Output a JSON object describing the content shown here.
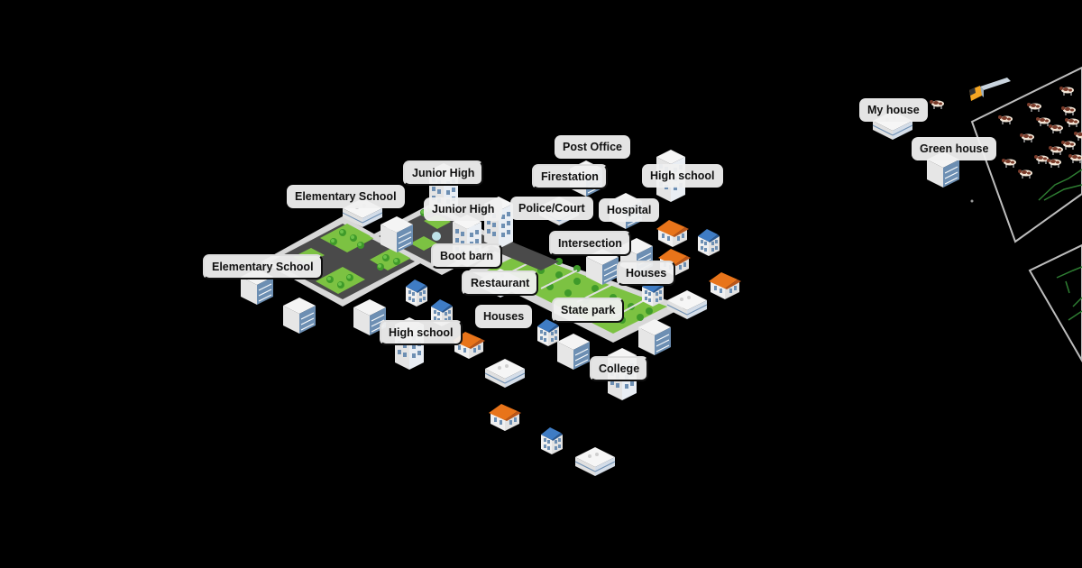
{
  "scene": {
    "background": "#000000",
    "colors": {
      "grass": "#7cc242",
      "tree": "#3f9a2a",
      "road": "#4a4a4a",
      "sidewalk": "#d8d8d8",
      "roof_orange": "#e8741a",
      "roof_blue": "#3f7cc4",
      "building_white": "#f2f2f2",
      "glass": "#6d8fb3",
      "truck_cab": "#f5a623",
      "pasture_line": "#bdbdbd",
      "field_line": "#2e7d32"
    }
  },
  "labels": [
    {
      "id": "elementary-school-1",
      "text": "Elementary School",
      "framed": false
    },
    {
      "id": "junior-high-1",
      "text": "Junior High",
      "framed": true
    },
    {
      "id": "junior-high-2",
      "text": "Junior High",
      "framed": false
    },
    {
      "id": "elementary-school-2",
      "text": "Elementary School",
      "framed": true
    },
    {
      "id": "post-office",
      "text": "Post Office",
      "framed": false
    },
    {
      "id": "high-school-1",
      "text": "High school",
      "framed": false
    },
    {
      "id": "police-court",
      "text": "Police/Court",
      "framed": false
    },
    {
      "id": "firestation",
      "text": "Firestation",
      "framed": true
    },
    {
      "id": "hospital",
      "text": "Hospital",
      "framed": false
    },
    {
      "id": "intersection",
      "text": "Intersection",
      "framed": true
    },
    {
      "id": "restaurant",
      "text": "Restaurant",
      "framed": true
    },
    {
      "id": "boot-barn",
      "text": "Boot barn",
      "framed": true
    },
    {
      "id": "houses-1",
      "text": "Houses",
      "framed": true
    },
    {
      "id": "houses-2",
      "text": "Houses",
      "framed": false
    },
    {
      "id": "state-park",
      "text": "State park",
      "framed": true
    },
    {
      "id": "high-school-2",
      "text": "High school",
      "framed": true
    },
    {
      "id": "college",
      "text": "College",
      "framed": true
    },
    {
      "id": "my-house",
      "text": "My house",
      "framed": false
    },
    {
      "id": "green-house",
      "text": "Green house",
      "framed": false
    }
  ]
}
